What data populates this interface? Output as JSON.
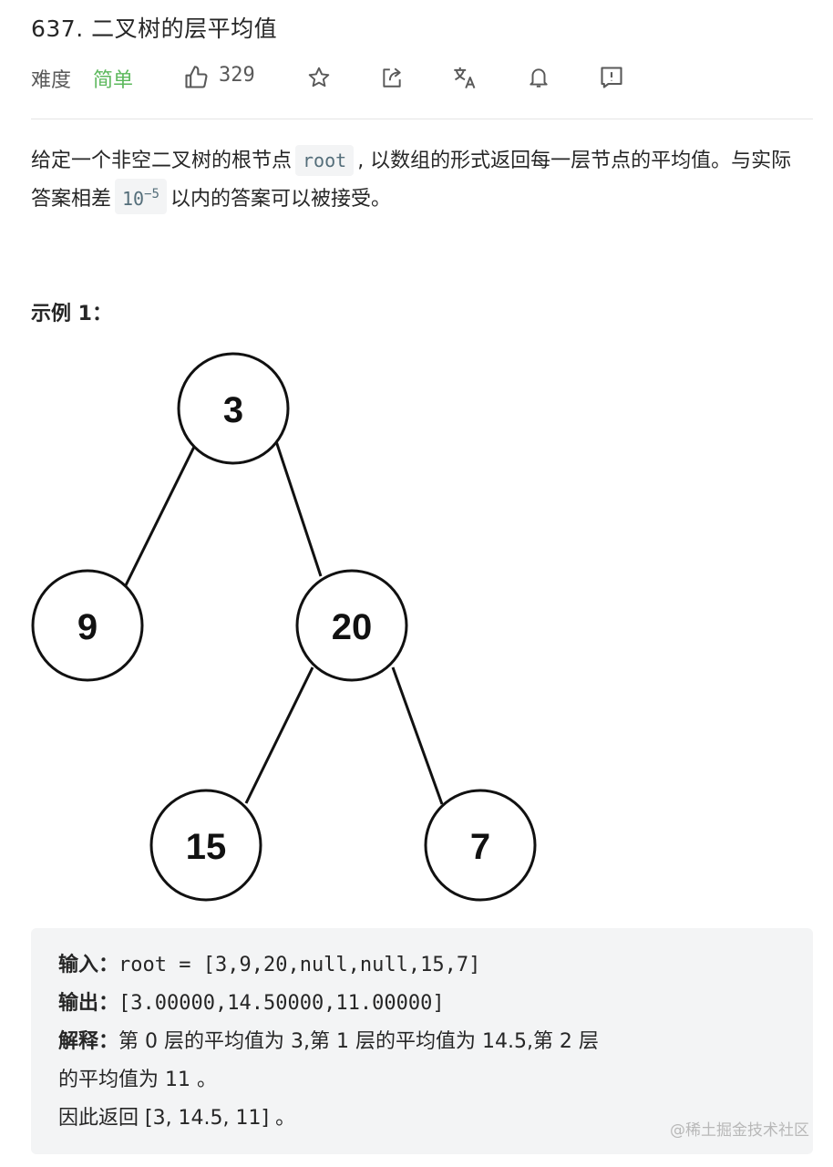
{
  "problem": {
    "title": "637. 二叉树的层平均值",
    "difficulty_label": "难度",
    "difficulty_value": "简单",
    "likes": "329"
  },
  "icons": {
    "like": "thumbs-up-icon",
    "star": "star-icon",
    "share": "share-icon",
    "translate": "translate-icon",
    "bell": "bell-icon",
    "feedback": "feedback-icon"
  },
  "description": {
    "part1": "给定一个非空二叉树的根节点",
    "code_root": "root",
    "part2": ", 以数组的形式返回每一层节点的平均值。与实际答案相差",
    "code_base": "10",
    "code_exp": "−5",
    "part3": "以内的答案可以被接受。"
  },
  "example": {
    "title": "示例 1：",
    "tree_nodes": [
      "3",
      "9",
      "20",
      "15",
      "7"
    ],
    "input_label": "输入：",
    "input_value": "root = [3,9,20,null,null,15,7]",
    "output_label": "输出：",
    "output_value": "[3.00000,14.50000,11.00000]",
    "explain_label": "解释：",
    "explain_line1": "第 0 层的平均值为 3,第 1 层的平均值为 14.5,第 2 层",
    "explain_line2": "的平均值为 11 。",
    "explain_line3": "因此返回 [3, 14.5, 11] 。"
  },
  "watermark": "@稀土掘金技术社区",
  "colors": {
    "easy": "#5cb85c",
    "code_bg": "#f3f4f5",
    "divider": "#e5e5e5"
  }
}
